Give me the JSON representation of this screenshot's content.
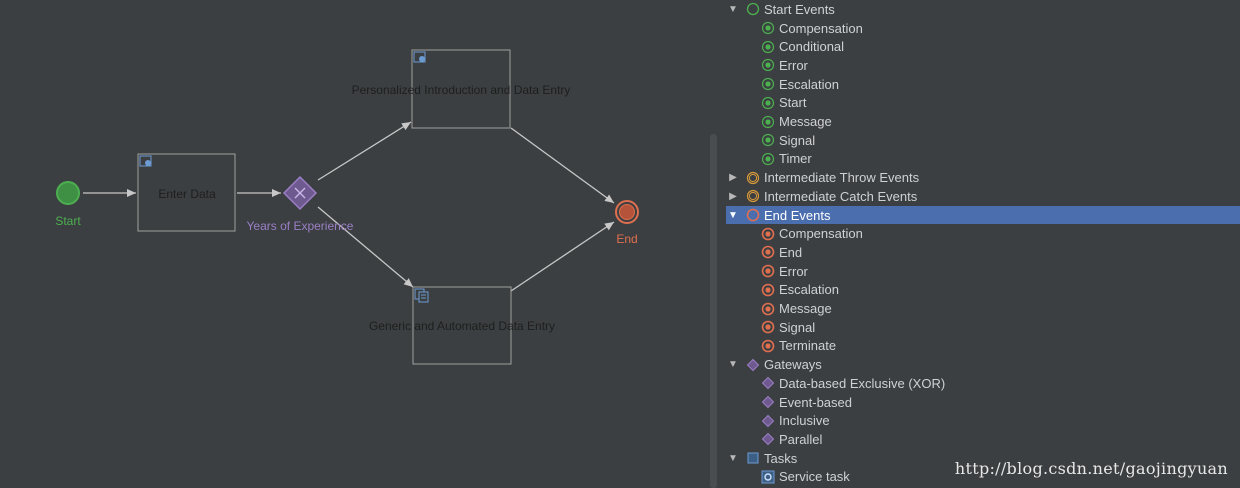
{
  "colors": {
    "start": "#4caf50",
    "end": "#e06f4f",
    "gateway": "#9b7fc6",
    "task_stroke": "#a0a0a0",
    "arrow": "#c8c8c8",
    "selection": "#4b6eaf",
    "intermediate": "#d99a3a",
    "task_icon": "#6c9bd2"
  },
  "diagram": {
    "start_label": "Start",
    "end_label": "End",
    "gateway_label": "Years of Experience",
    "tasks": [
      {
        "label": "Enter Data",
        "icon": "user-task-icon"
      },
      {
        "label": "Personalized Introduction and Data Entry",
        "icon": "user-task-icon"
      },
      {
        "label": "Generic and Automated Data Entry",
        "icon": "script-task-icon"
      }
    ]
  },
  "palette": {
    "groups": [
      {
        "label": "Start Events",
        "expanded": true,
        "selected": false,
        "icon": "start-event-icon",
        "items": [
          "Compensation",
          "Conditional",
          "Error",
          "Escalation",
          "Start",
          "Message",
          "Signal",
          "Timer"
        ]
      },
      {
        "label": "Intermediate Throw Events",
        "expanded": false,
        "selected": false,
        "icon": "intermediate-throw-icon",
        "items": []
      },
      {
        "label": "Intermediate Catch Events",
        "expanded": false,
        "selected": false,
        "icon": "intermediate-catch-icon",
        "items": []
      },
      {
        "label": "End Events",
        "expanded": true,
        "selected": true,
        "icon": "end-event-icon",
        "items": [
          "Compensation",
          "End",
          "Error",
          "Escalation",
          "Message",
          "Signal",
          "Terminate"
        ]
      },
      {
        "label": "Gateways",
        "expanded": true,
        "selected": false,
        "icon": "gateway-icon",
        "items": [
          "Data-based Exclusive (XOR)",
          "Event-based",
          "Inclusive",
          "Parallel"
        ]
      },
      {
        "label": "Tasks",
        "expanded": true,
        "selected": false,
        "icon": "task-icon",
        "items": [
          "Service task"
        ]
      }
    ]
  },
  "watermark": "http://blog.csdn.net/gaojingyuan"
}
